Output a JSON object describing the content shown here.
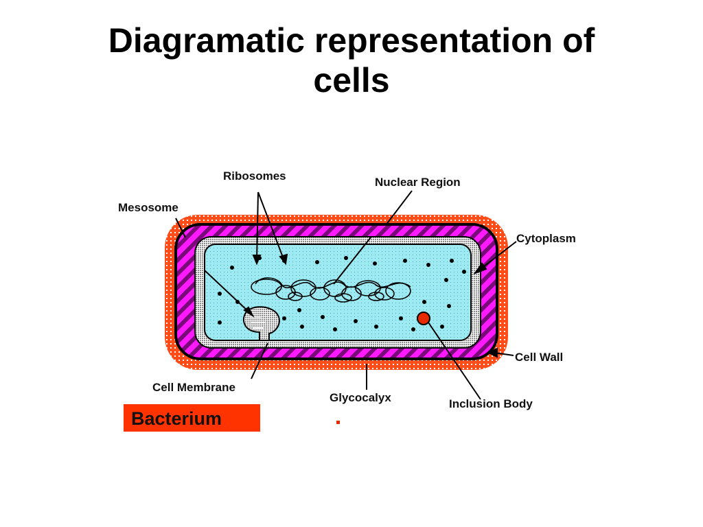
{
  "title": {
    "line1": "Diagramatic representation of",
    "line2": "cells"
  },
  "labels": {
    "ribosomes": "Ribosomes",
    "nuclear_region": "Nuclear Region",
    "mesosome": "Mesosome",
    "cytoplasm": "Cytoplasm",
    "cell_wall": "Cell Wall",
    "cell_membrane": "Cell Membrane",
    "glycocalyx": "Glycocalyx",
    "inclusion_body": "Inclusion Body"
  },
  "badge": {
    "text": "Bacterium"
  },
  "colors": {
    "glycocalyx": "#ff4d1a",
    "cell_wall": "#ff19ff",
    "membrane": "#c8c8c8",
    "cytoplasm": "#9eeaf2",
    "badge_bg": "#ff3300",
    "inclusion_body": "#e82a00"
  }
}
